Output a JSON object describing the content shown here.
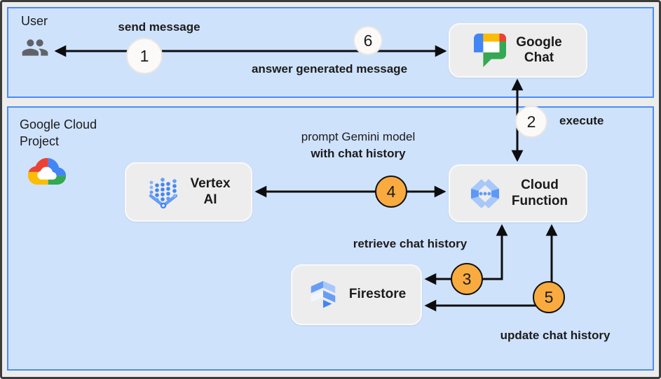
{
  "diagram": {
    "zones": {
      "user": {
        "title": "User"
      },
      "gcp": {
        "title_line1": "Google Cloud",
        "title_line2": "Project"
      }
    },
    "nodes": {
      "google_chat": {
        "line1": "Google",
        "line2": "Chat",
        "icon": "google-chat-icon"
      },
      "vertex_ai": {
        "line1": "Vertex",
        "line2": "AI",
        "icon": "vertex-ai-icon"
      },
      "cloud_function": {
        "line1": "Cloud",
        "line2": "Function",
        "icon": "cloud-functions-icon"
      },
      "firestore": {
        "label": "Firestore",
        "icon": "firestore-icon"
      }
    },
    "flows": {
      "send_message": {
        "step": "1",
        "label": "send message"
      },
      "execute": {
        "step": "2",
        "label": "execute"
      },
      "retrieve_chat_history": {
        "step": "3",
        "label": "retrieve chat history"
      },
      "prompt_gemini": {
        "step": "4",
        "label_line1": "prompt Gemini model",
        "label_line2": "with chat history"
      },
      "update_chat_history": {
        "step": "5",
        "label": "update chat history"
      },
      "answer": {
        "step": "6",
        "label": "answer generated message"
      }
    },
    "colors": {
      "zone_fill": "#cfe2fc",
      "zone_border": "#4a8cf7",
      "node_fill": "#ededed",
      "step_orange": "#f9ab40",
      "step_white": "#fbfaf8",
      "arrow_black": "#0d0d0d",
      "user_icon_gray": "#5f6368"
    }
  }
}
